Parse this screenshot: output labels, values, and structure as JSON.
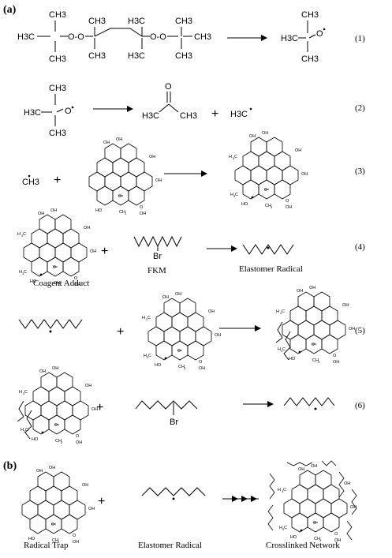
{
  "panels": {
    "a_label": "(a)",
    "b_label": "(b)"
  },
  "equation_numbers": [
    "(1)",
    "(2)",
    "(3)",
    "(4)",
    "(5)",
    "(6)"
  ],
  "reaction1": {
    "left_groups": {
      "tl": "CH3",
      "tl_sub": "H3C",
      "left_methyl": "CH3",
      "oo1": "O-O",
      "upper_methyl1": "CH3",
      "lower_methyl1": "CH3",
      "upper_methyl2": "H3C",
      "lower_methyl2": "H3C",
      "oo2": "O-O",
      "tr": "CH3",
      "rightmost": "CH3",
      "br": "CH3"
    },
    "product": {
      "top": "CH3",
      "left": "H3C",
      "bottom": "CH3",
      "oxygen": "O"
    }
  },
  "reaction2": {
    "reactant": {
      "top": "CH3",
      "left": "H3C",
      "bottom": "CH3",
      "oxygen": "O"
    },
    "acetone": {
      "left": "H3C",
      "right": "CH3",
      "oxygen": "O"
    },
    "plus": "+",
    "methyl_radical": "H3C"
  },
  "reaction3": {
    "methyl_radical": "CH3",
    "plus": "+"
  },
  "reaction4": {
    "plus": "+",
    "fkm_label": "FKM",
    "br_label": "Br",
    "product_label": "Elastomer Radical",
    "adduct_label": "Coagent Adduct"
  },
  "reaction5": {
    "plus": "+"
  },
  "reaction6": {
    "plus": "+",
    "br_label": "Br"
  },
  "panel_b": {
    "plus": "+",
    "left_label": "Radical Trap",
    "middle_label": "Elastomer Radical",
    "right_label": "Crosslinked Network"
  },
  "pah_labels": {
    "oh": "OH",
    "o": "O",
    "ch3": "CH3",
    "h3c": "H3C"
  }
}
